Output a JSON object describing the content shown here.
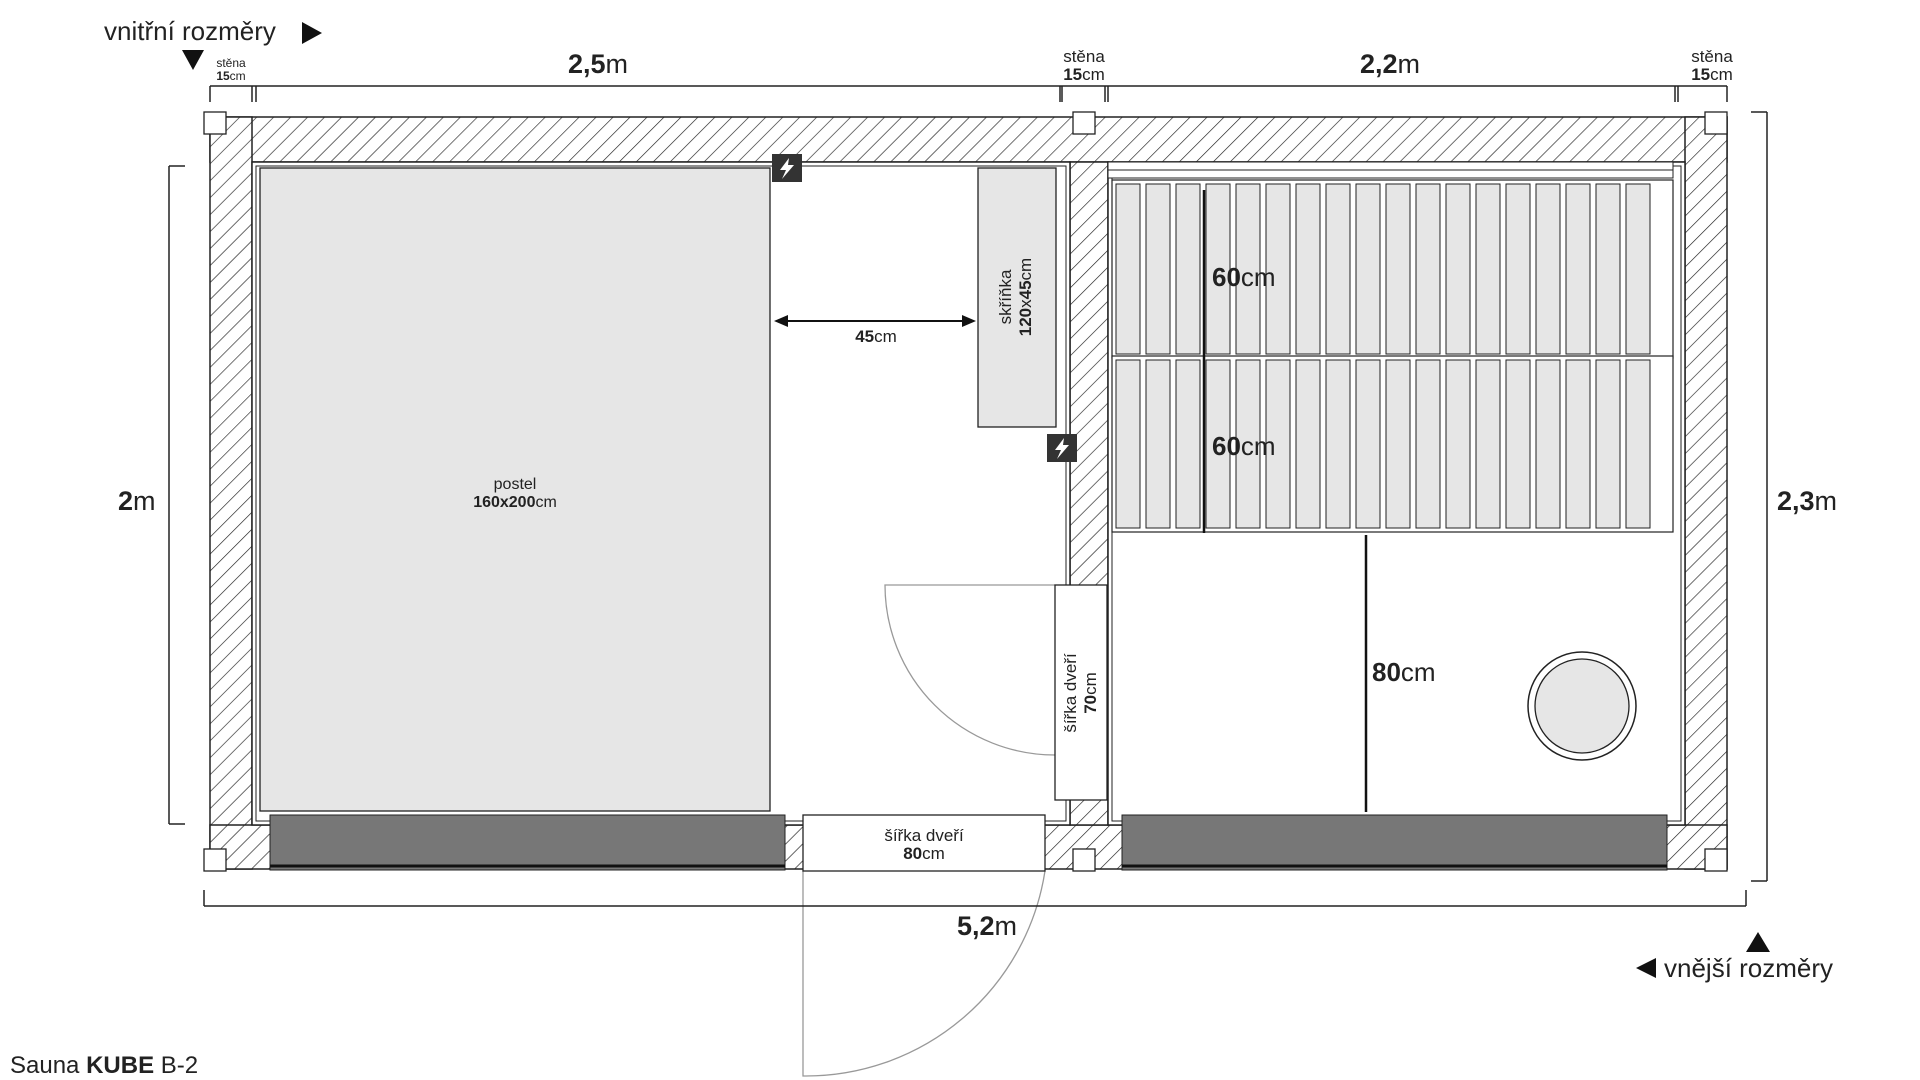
{
  "labels": {
    "inner_dimensions": "vnitřní rozměry",
    "outer_dimensions": "vnější rozměry",
    "wall": "stěna",
    "wall_thickness_num": "15",
    "unit_cm": "cm",
    "unit_m": "m",
    "left_room_width_num": "2,5",
    "right_room_width_num": "2,2",
    "inner_height_num": "2",
    "outer_height_num": "2,3",
    "outer_width_num": "5,2",
    "bed_label": "postel",
    "bed_size": "160x200",
    "clearance_num": "45",
    "cabinet_label": "skříňka",
    "cabinet_size_a": "120",
    "cabinet_size_x": "x",
    "cabinet_size_b": "45",
    "bench_depth_num": "60",
    "floor_depth_num": "80",
    "door_width_label": "šířka dveří",
    "inner_door_width_num": "70",
    "outer_door_width_num": "80",
    "title_prefix": "Sauna ",
    "title_brand": "KUBE",
    "title_model": " B-2"
  },
  "icons": {
    "direction_marker": "triangle-arrow-icon",
    "electric_socket": "lightning-bolt-icon",
    "stove": "round-stove-icon"
  },
  "colors": {
    "line": "#222222",
    "hatch": "#222222",
    "furniture_fill": "#e6e6e6",
    "window_fill": "#777777",
    "socket_fill": "#333333"
  }
}
